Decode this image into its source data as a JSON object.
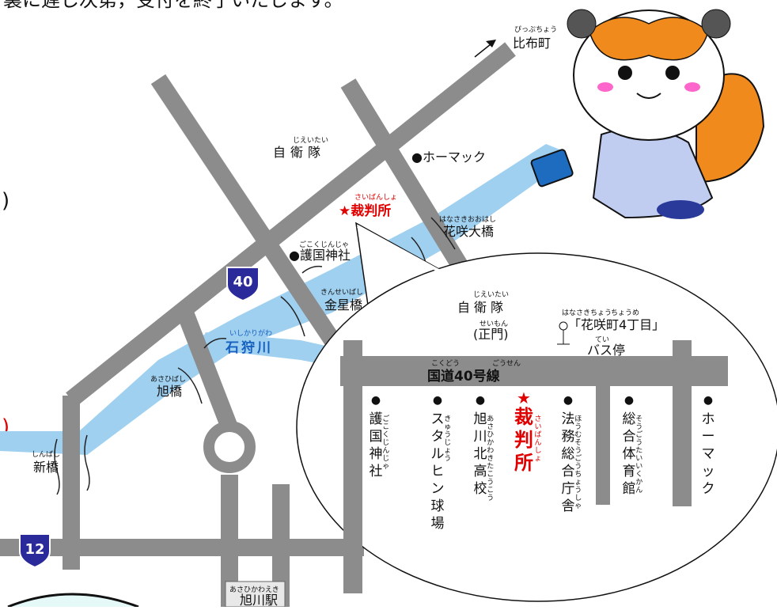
{
  "top_text": "裏に遅し次第，受付を終了いたします。",
  "edge_marks": {
    "upper": ")",
    "lower": ")"
  },
  "places": {
    "hifucho": {
      "label": "比布町",
      "ruby": "ぴっぷちょう"
    },
    "jieitai": {
      "label": "自衛隊",
      "ruby": "じえいたい"
    },
    "homac": {
      "label": "●ホーマック"
    },
    "court": {
      "label": "★裁判所",
      "ruby": "さいばんしょ"
    },
    "gokoku": {
      "label": "●護国神社",
      "ruby": "ごこくじんじゃ"
    },
    "hanasaki_bridge": {
      "label": "花咲大橋",
      "ruby": "はなさきおおはし"
    },
    "kinsei_bridge": {
      "label": "金星橋",
      "ruby": "きんせいばし"
    },
    "ishikari_river": {
      "label": "石狩川",
      "ruby": "いしかりがわ"
    },
    "asahi_bridge": {
      "label": "旭橋",
      "ruby": "あさひばし"
    },
    "shin_bridge": {
      "label": "新橋",
      "ruby": "しんばし"
    },
    "asahikawa_station": {
      "label": "旭川駅",
      "ruby": "あさひかわえき"
    }
  },
  "route_shields": {
    "r40": "40",
    "r12": "12"
  },
  "inset": {
    "jieitai": {
      "label": "自衛隊",
      "ruby": "じえいたい"
    },
    "seimon": {
      "label": "(正門)",
      "ruby": "せいもん"
    },
    "bus_stop": {
      "label": "「花咲町4丁目」",
      "ruby1": "はなさきちょう",
      "ruby2": "ちょうめ",
      "sub": "バス停",
      "sub_ruby": "てい"
    },
    "road": {
      "label": "国道40号線",
      "ruby1": "こくどう",
      "ruby2": "ごうせん"
    },
    "cols": [
      {
        "label": "護国神社",
        "ruby": "ごこくじんじゃ",
        "red": false
      },
      {
        "label": "スタルヒン球場",
        "ruby": "きゅうじょう",
        "red": false
      },
      {
        "label": "旭川北高校",
        "ruby": "あさひかわきたこうこう",
        "red": false
      },
      {
        "label": "裁判所",
        "ruby": "さいばんしょ",
        "red": true
      },
      {
        "label": "法務総合庁舎",
        "ruby": "ほうむそうごうちょうしゃ",
        "red": false
      },
      {
        "label": "総合体育館",
        "ruby": "そうごうたいいくかん",
        "red": false
      },
      {
        "label": "ホーマック",
        "ruby": "",
        "red": false
      }
    ]
  },
  "colors": {
    "road": "#8c8c8c",
    "river": "#9fd0f0",
    "court": "#e00000",
    "river_text": "#1560c0",
    "shield": "#2a2a9a"
  }
}
